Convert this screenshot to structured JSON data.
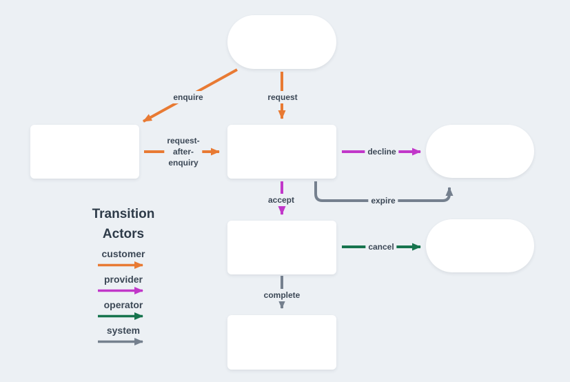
{
  "page": {
    "background_color": "#ECF0F4"
  },
  "legend": {
    "title_lines": [
      "Transition",
      "Actors"
    ],
    "items": [
      {
        "label": "customer",
        "color": "#E87A33"
      },
      {
        "label": "provider",
        "color": "#C137C9"
      },
      {
        "label": "operator",
        "color": "#17744E"
      },
      {
        "label": "system",
        "color": "#75808E"
      }
    ]
  },
  "diagram": {
    "actor_colors": {
      "customer": "#E87A33",
      "provider": "#C137C9",
      "operator": "#17744E",
      "system": "#75808E"
    },
    "transitions": {
      "enquire": {
        "label": "enquire",
        "actor": "customer"
      },
      "request": {
        "label": "request",
        "actor": "customer"
      },
      "request_after_enquiry": {
        "label_lines": [
          "request-",
          "after-",
          "enquiry"
        ],
        "actor": "customer"
      },
      "decline": {
        "label": "decline",
        "actor": "provider"
      },
      "accept": {
        "label": "accept",
        "actor": "provider"
      },
      "expire": {
        "label": "expire",
        "actor": "system"
      },
      "cancel": {
        "label": "cancel",
        "actor": "operator"
      },
      "complete": {
        "label": "complete",
        "actor": "system"
      }
    }
  }
}
